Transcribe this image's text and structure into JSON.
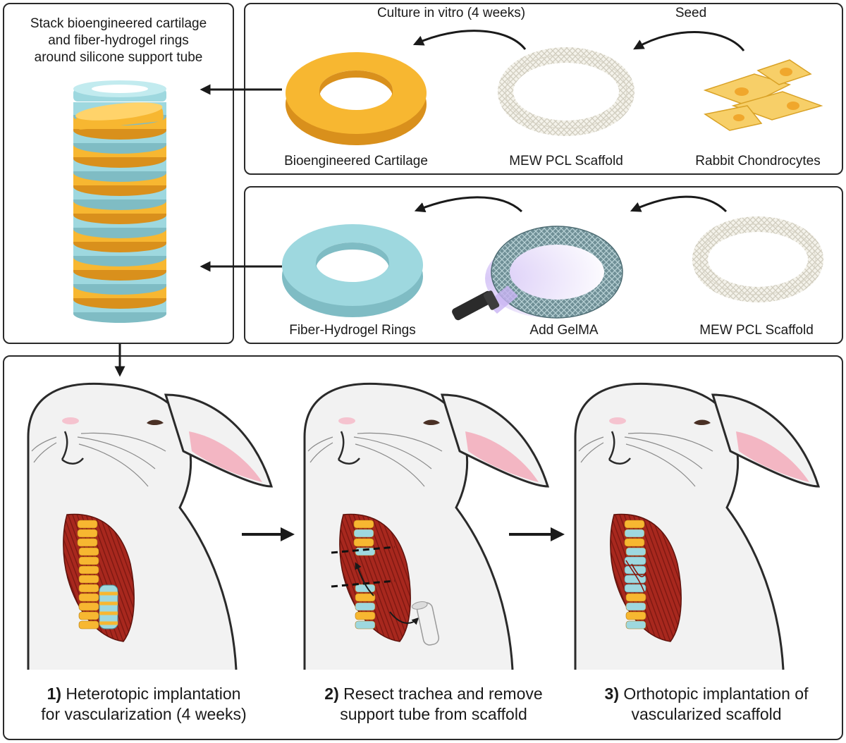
{
  "stack_panel": {
    "caption_line1": "Stack bioengineered cartilage",
    "caption_line2": "and fiber-hydrogel rings",
    "caption_line3": "around silicone support tube"
  },
  "cartilage_panel": {
    "label_cartilage": "Bioengineered Cartilage",
    "label_scaffold": "MEW PCL Scaffold",
    "label_cells": "Rabbit Chondrocytes",
    "arrow_culture": "Culture in vitro (4 weeks)",
    "arrow_seed": "Seed"
  },
  "hydrogel_panel": {
    "label_rings": "Fiber-Hydrogel Rings",
    "label_gelma": "Add GelMA",
    "label_scaffold": "MEW PCL Scaffold"
  },
  "implant_panel": {
    "step1_num": "1)",
    "step1_line1": "Heterotopic implantation",
    "step1_line2": "for vascularization (4 weeks)",
    "step2_num": "2)",
    "step2_line1": "Resect trachea and remove",
    "step2_line2": "support tube from scaffold",
    "step3_num": "3)",
    "step3_line1": "Orthotopic implantation of",
    "step3_line2": "vascularized scaffold"
  },
  "colors": {
    "cartilage": "#f7b731",
    "hydrogel": "#9ed8df",
    "scaffold": "#f2f0e6",
    "muscle": "#a8281e",
    "outline": "#2a2a2a",
    "ear_inner": "#f3b6c3"
  }
}
